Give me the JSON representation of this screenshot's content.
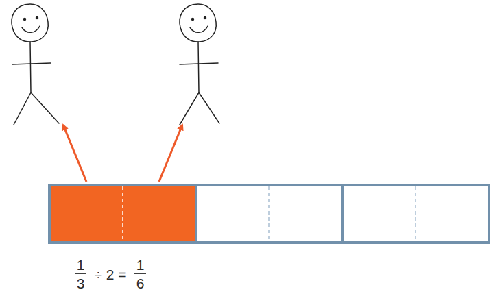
{
  "diagram": {
    "labels": [
      "1",
      "3",
      "÷ 2 =",
      "1",
      "6"
    ]
  }
}
